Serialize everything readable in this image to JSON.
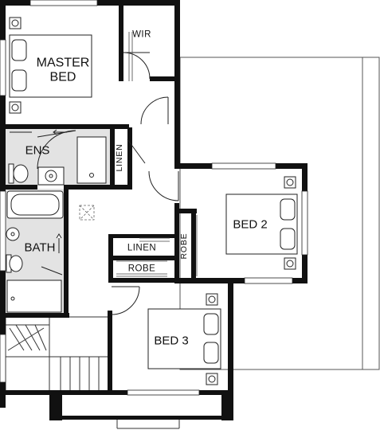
{
  "plan": {
    "rooms": {
      "master_bed": "MASTER\nBED",
      "wir": "WIR",
      "ens": "ENS",
      "linen_vertical": "LINEN",
      "bath": "BATH",
      "bed2": "BED 2",
      "robe_vertical": "ROBE",
      "linen": "LINEN",
      "robe": "ROBE",
      "bed3": "BED 3"
    },
    "colors": {
      "wall": "#111111",
      "wet_area": "#e3e3e3",
      "line": "#222222",
      "roof": "#555555"
    }
  }
}
